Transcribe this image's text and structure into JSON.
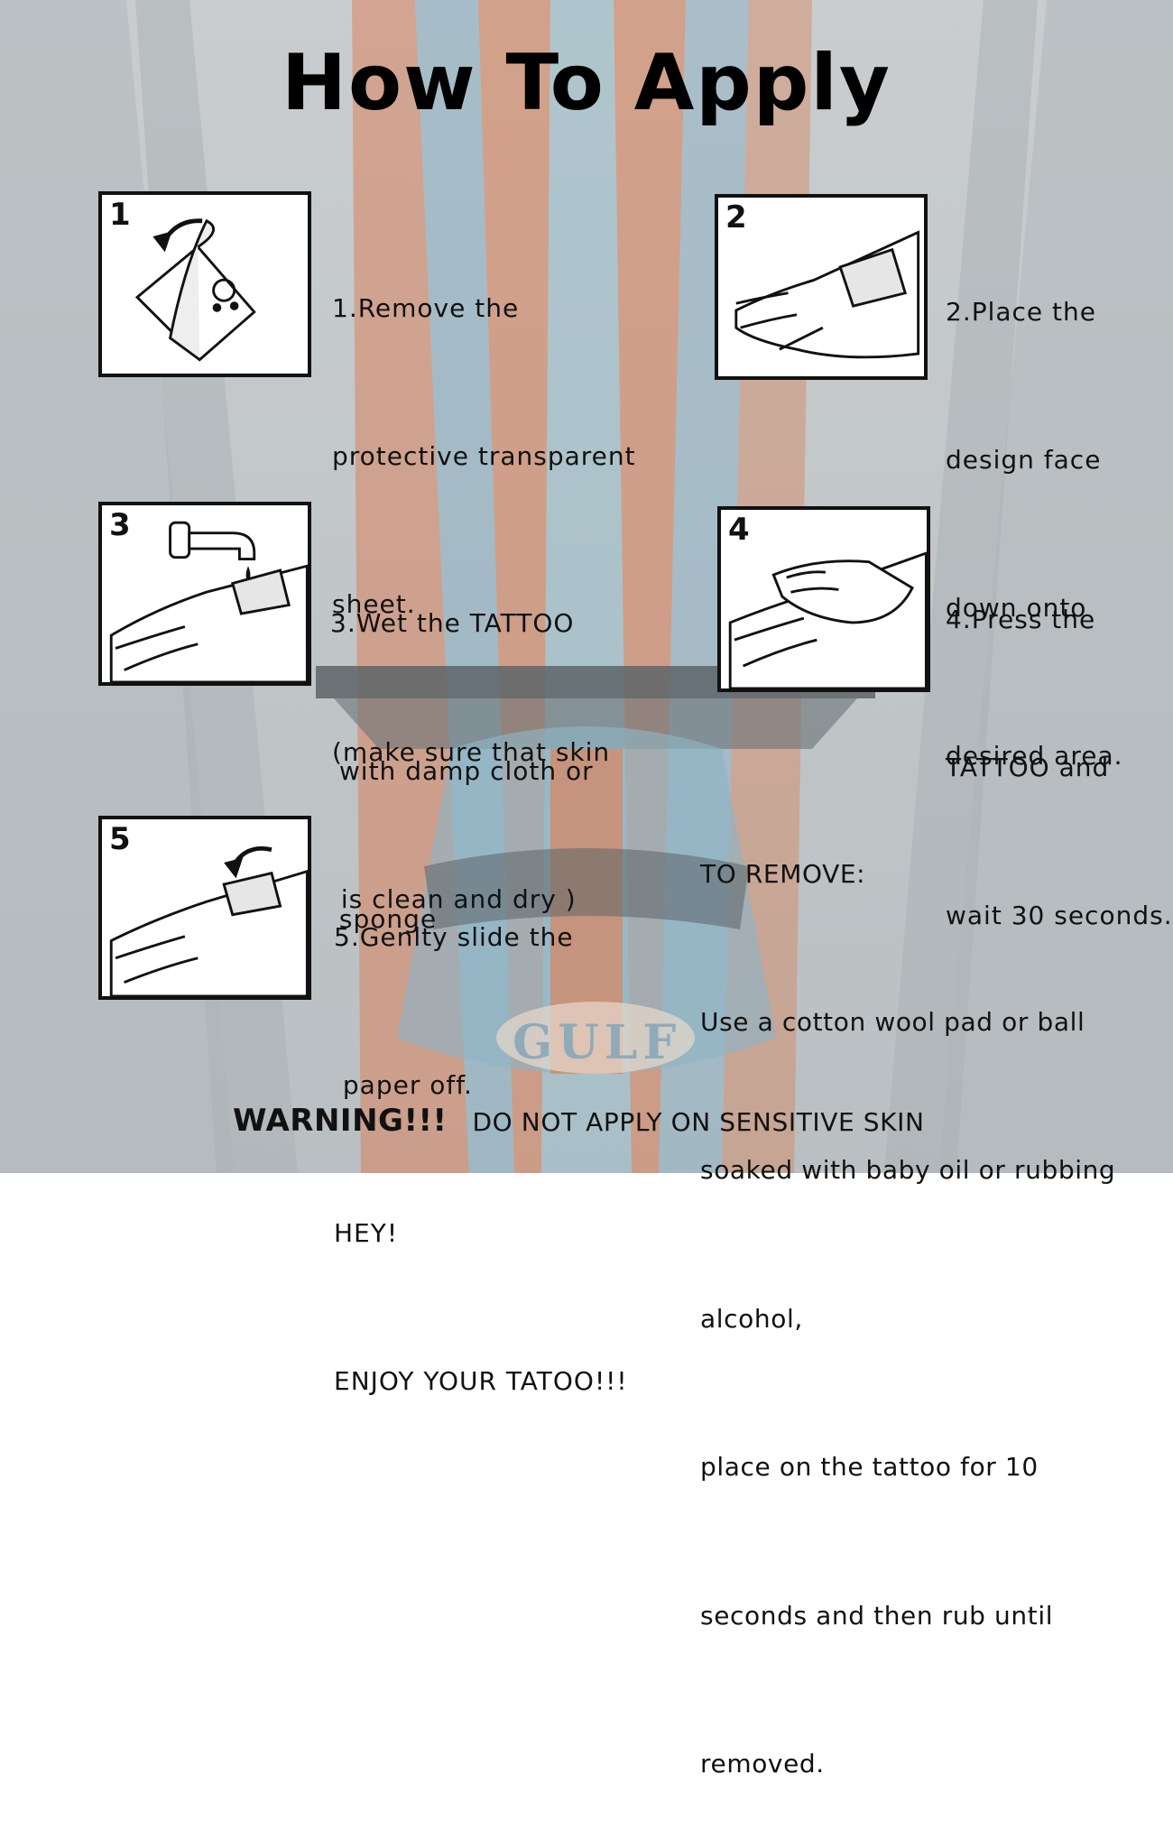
{
  "title": "How To Apply",
  "steps": [
    {
      "number": "1",
      "icon": "peel-sheet-icon",
      "lines": [
        "1.Remove the",
        "protective transparent",
        "sheet.",
        "(make sure that skin",
        " is clean and dry )"
      ]
    },
    {
      "number": "2",
      "icon": "place-on-hand-icon",
      "lines": [
        "2.Place the",
        "design face",
        "down onto",
        "desired area."
      ]
    },
    {
      "number": "3",
      "icon": "faucet-wet-icon",
      "lines": [
        "3.Wet the TATTOO",
        " with damp cloth or",
        " sponge"
      ]
    },
    {
      "number": "4",
      "icon": "press-hand-icon",
      "lines": [
        "4.Press the",
        "TATTOO and",
        "wait 30 seconds."
      ]
    },
    {
      "number": "5",
      "icon": "slide-paper-icon",
      "lines": [
        "5.Genlty slide the",
        " paper off.",
        "HEY!",
        "ENJOY YOUR TATOO!!!"
      ]
    }
  ],
  "remove": {
    "lines": [
      "TO REMOVE:",
      "Use a cotton wool pad or ball",
      "soaked with baby oil or rubbing",
      "alcohol,",
      "place on the tattoo for 10",
      "seconds and then rub until",
      "removed."
    ]
  },
  "warning": {
    "label": "WARNING!!!",
    "text": "DO NOT APPLY ON SENSITIVE SKIN"
  },
  "background": {
    "badge_text": "GULF",
    "colors": {
      "base": "#c4c9cc",
      "orange": "#d8845e",
      "blue": "#8fb3c4",
      "dark": "#5d6468"
    }
  }
}
